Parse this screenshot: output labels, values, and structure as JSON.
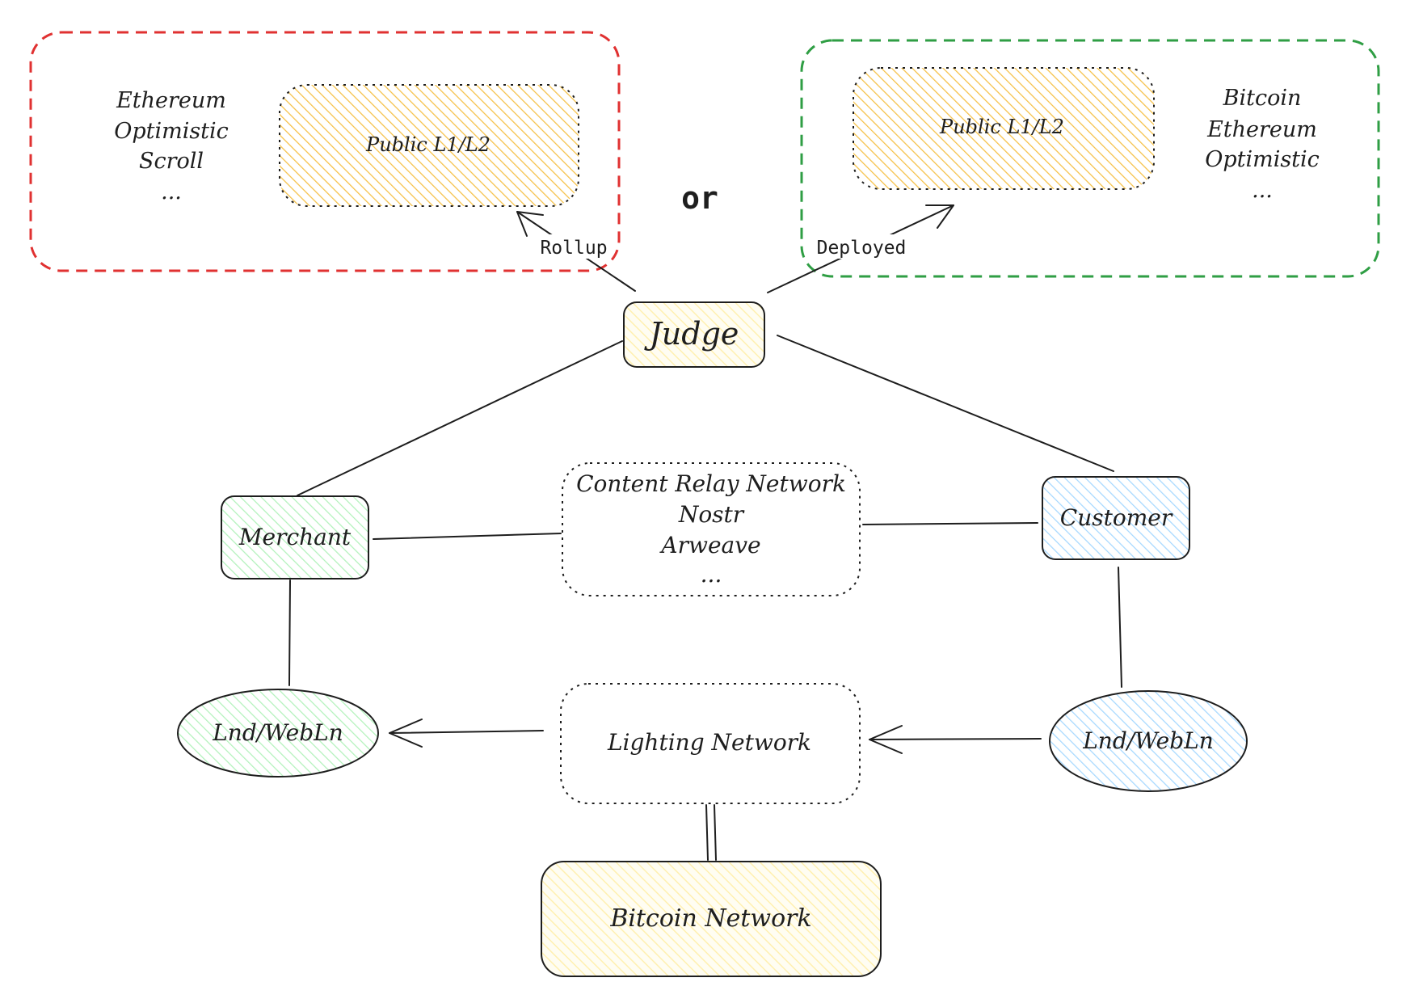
{
  "groups": {
    "left": {
      "chains": [
        "Ethereum",
        "Optimistic",
        "Scroll",
        "..."
      ],
      "inner_label": "Public L1/L2",
      "arrow_label": "Rollup",
      "border_color": "#e03131"
    },
    "right": {
      "chains": [
        "Bitcoin",
        "Ethereum",
        "Optimistic",
        "..."
      ],
      "inner_label": "Public L1/L2",
      "arrow_label": "Deployed",
      "border_color": "#2f9e44"
    },
    "separator": "or"
  },
  "nodes": {
    "judge": "Judge",
    "merchant": "Merchant",
    "customer": "Customer",
    "relay": [
      "Content Relay Network",
      "Nostr",
      "Arweave",
      "..."
    ],
    "merchant_wallet": "Lnd/WebLn",
    "customer_wallet": "Lnd/WebLn",
    "lighting": "Lighting Network",
    "bitcoin": "Bitcoin Network"
  },
  "colors": {
    "yellow_fill": "#f5c045",
    "light_yellow_fill": "#fff3bf",
    "green_fill": "#b2f2bb",
    "blue_fill": "#a5d8ff",
    "stroke": "#1e1e1e"
  }
}
